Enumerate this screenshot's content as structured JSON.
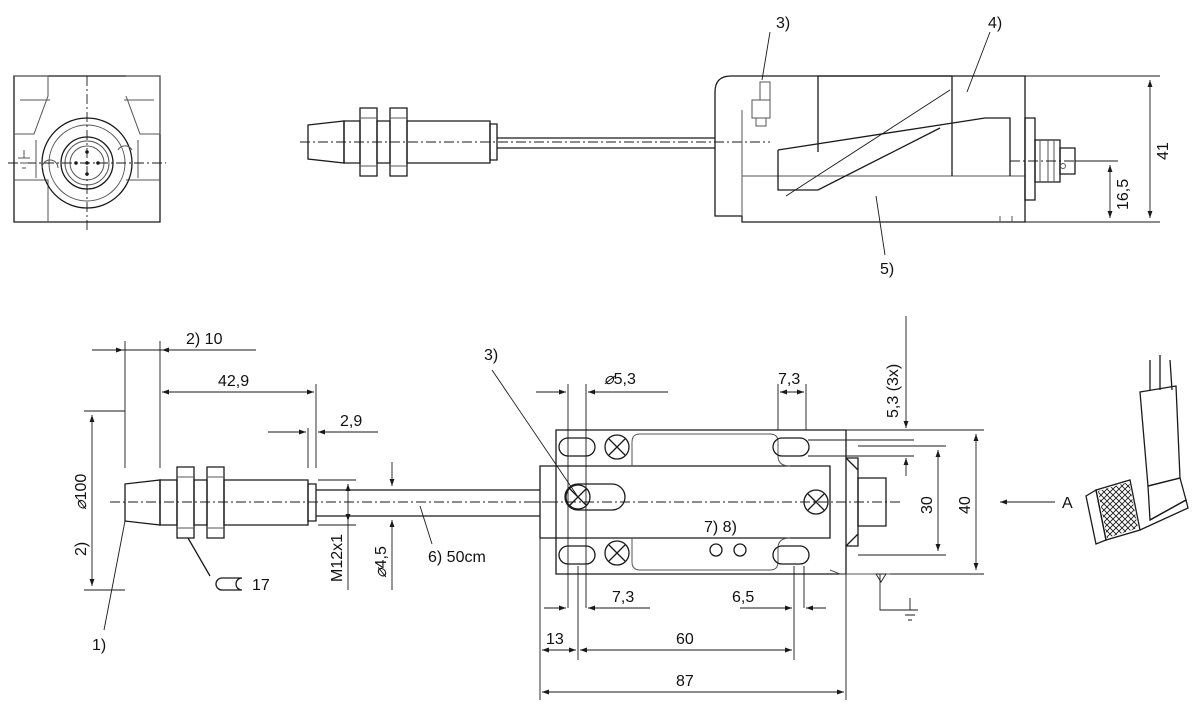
{
  "colors": {
    "line": "#1a1a1a",
    "background": "#ffffff"
  },
  "labels": {
    "ref3_top": "3)",
    "ref4": "4)",
    "ref5": "5)",
    "dim41": "41",
    "dim16_5": "16,5",
    "ref3_plan": "3)",
    "dim5_3_3x": "5,3 (3x)",
    "dia5_3": "5,3",
    "dim7_3_top": "7,3",
    "dim30": "30",
    "dim40": "40",
    "view_a": "A",
    "ref7_8": "7) 8)",
    "dim7_3_bottom": "7,3",
    "dim6_5": "6,5",
    "dim13": "13",
    "dim60": "60",
    "dim87": "87",
    "ref2_10": "2) 10",
    "dim42_9": "42,9",
    "dim2_9": "2,9",
    "dia100": "100",
    "ref2_left": "2)",
    "m12x1": "M12x1",
    "dia4_5": "4,5",
    "ref6_cable": "6) 50cm",
    "wrench17": "17",
    "ref1": "1)"
  }
}
